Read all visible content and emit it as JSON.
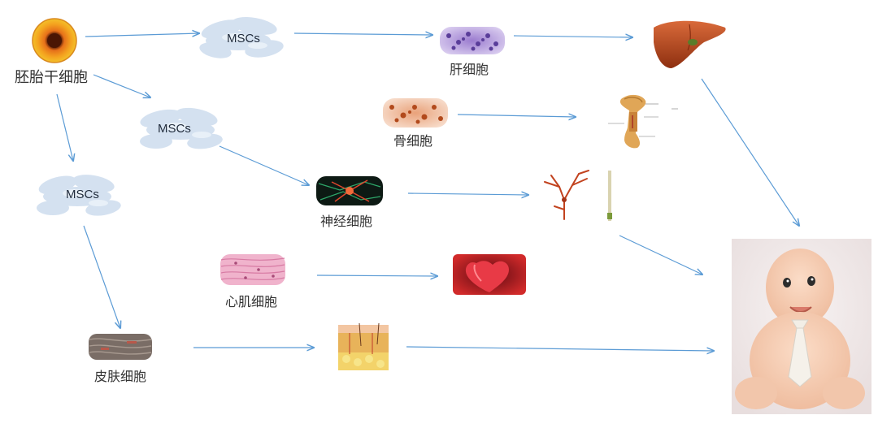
{
  "labels": {
    "embryonic_stem_cell": "胚胎干细胞",
    "msc": "MSCs",
    "hepatocyte": "肝细胞",
    "osteocyte": "骨细胞",
    "neuron": "神经细胞",
    "cardiomyocyte": "心肌细胞",
    "skin_cell": "皮肤细胞"
  },
  "colors": {
    "arrow": "#5b9bd5",
    "msc_cloud": "#c9d9ec",
    "liver": "#b5471f",
    "heart": "#c8102e",
    "bone": "#d9a35a",
    "skin": "#e8c27a"
  }
}
